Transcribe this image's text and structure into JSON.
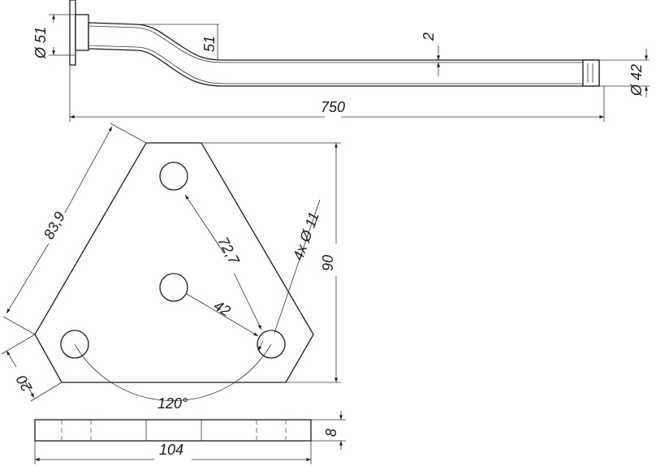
{
  "dimensions": {
    "flange_diameter": "Ø 51",
    "bend_offset": "51",
    "wall_thickness": "2",
    "tube_diameter": "Ø 42",
    "total_length": "750",
    "plate_edge": "83,9",
    "hole_span": "72,7",
    "holes": "4x Ø 11",
    "plate_height": "90",
    "center_to_hole": "42",
    "corner_cut": "20",
    "hole_angle": "120°",
    "plate_width": "104",
    "plate_thickness": "8"
  },
  "colors": {
    "line": "#1a1a1a",
    "background": "#ffffff"
  }
}
